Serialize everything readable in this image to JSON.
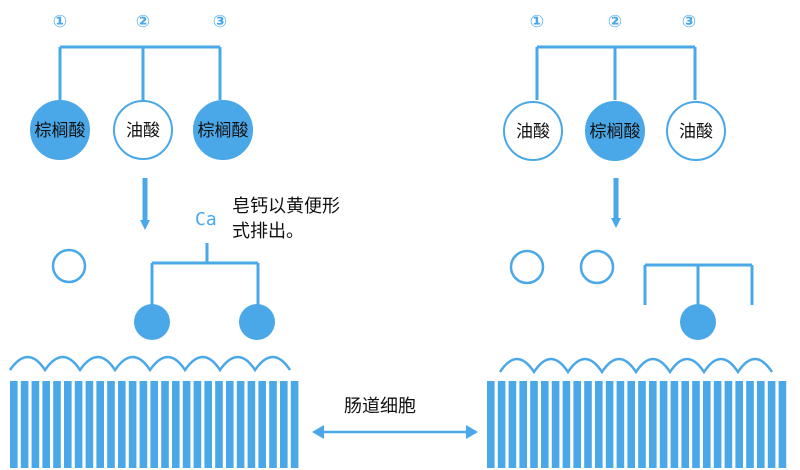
{
  "colors": {
    "accent": "#4aa8e8",
    "text": "#111111",
    "background": "#ffffff"
  },
  "positions": [
    "①",
    "②",
    "③"
  ],
  "left": {
    "acids": [
      {
        "label": "棕榈酸",
        "filled": true
      },
      {
        "label": "油酸",
        "filled": false
      },
      {
        "label": "棕榈酸",
        "filled": true
      }
    ]
  },
  "right": {
    "acids": [
      {
        "label": "油酸",
        "filled": false
      },
      {
        "label": "棕榈酸",
        "filled": true
      },
      {
        "label": "油酸",
        "filled": false
      }
    ]
  },
  "calcium_symbol": "Ca",
  "calcium_note": [
    "皂钙以黄便形",
    "式排出。"
  ],
  "intestine_label": "肠道细胞"
}
